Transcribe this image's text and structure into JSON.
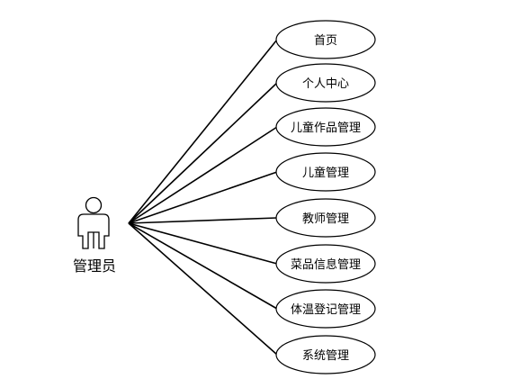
{
  "actor": {
    "label": "管理员"
  },
  "use_cases": [
    {
      "label": "首页"
    },
    {
      "label": "个人中心"
    },
    {
      "label": "儿童作品管理"
    },
    {
      "label": "儿童管理"
    },
    {
      "label": "教师管理"
    },
    {
      "label": "菜品信息管理"
    },
    {
      "label": "体温登记管理"
    },
    {
      "label": "系统管理"
    }
  ],
  "colors": {
    "stroke": "#000000",
    "background": "#ffffff"
  }
}
